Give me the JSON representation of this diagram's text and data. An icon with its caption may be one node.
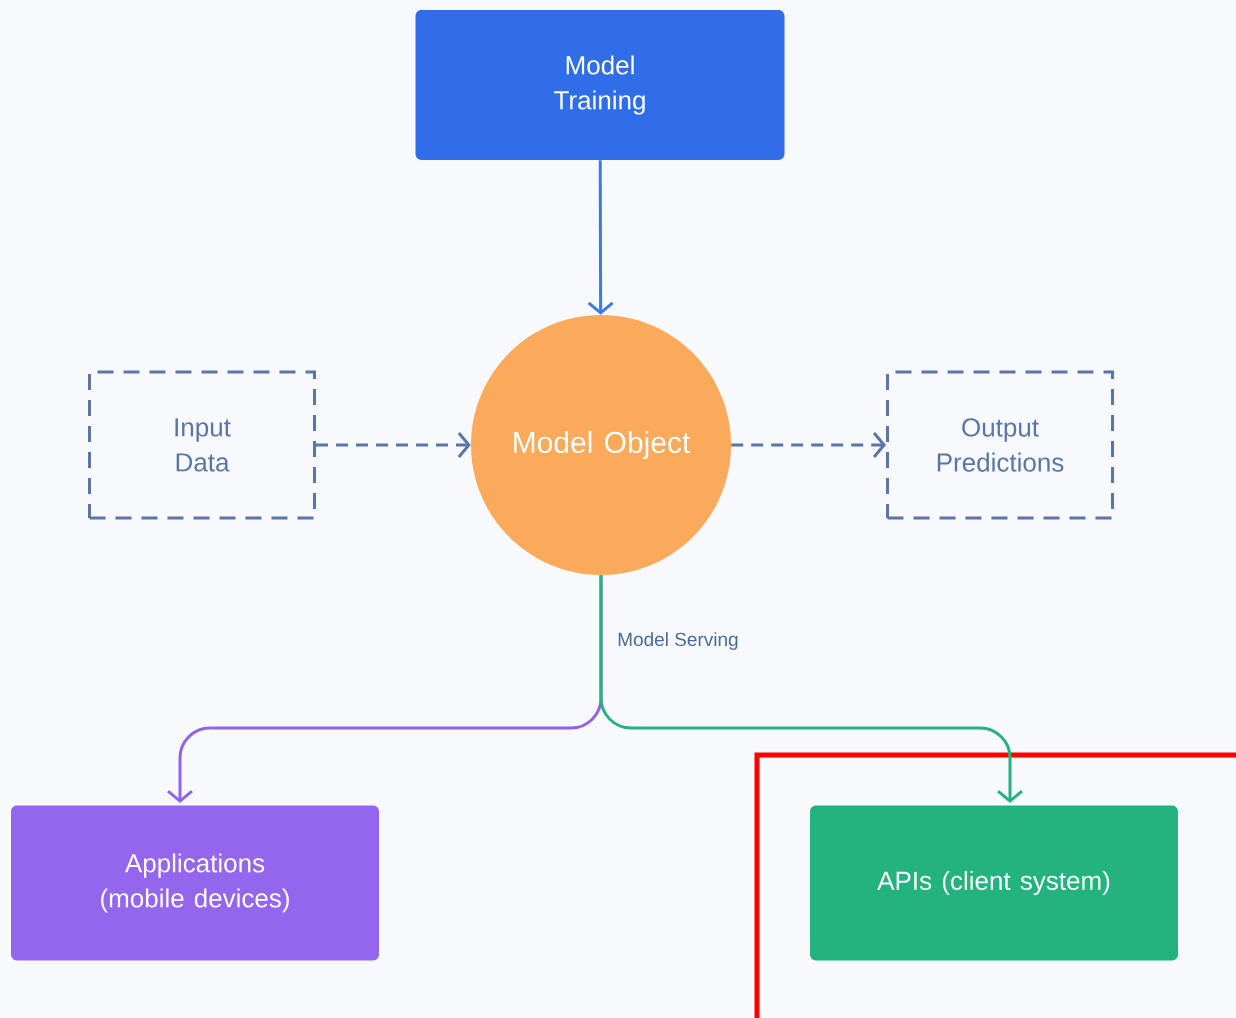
{
  "diagram": {
    "nodes": [
      {
        "text": [
          "Model Training"
        ]
      },
      {
        "text": [
          "Input Data"
        ]
      },
      {
        "text": [
          "Model Object"
        ]
      },
      {
        "text": [
          "Output Predictions"
        ]
      },
      {
        "text": [
          "Applications (mobile devices)"
        ]
      },
      {
        "text": [],
        "shape": "box"
      },
      {
        "text": [
          "APIs (client system)"
        ],
        "in": 5
      }
    ],
    "edges": [
      {
        "from": 0,
        "to": 2,
        "arrow": "to",
        "color": "#3b7be8"
      },
      {
        "from": 1,
        "to": 2,
        "arrow": "to",
        "style": "dashed",
        "color": "#5b76a6"
      },
      {
        "from": 2,
        "to": 3,
        "arrow": "to",
        "style": "dashed",
        "color": "#5b76a6"
      },
      {
        "from": 2,
        "to": 4,
        "arrow": "to",
        "color": "#8f63ec",
        "label": "Model Serving"
      },
      {
        "from": 2,
        "to": 6,
        "arrow": "to",
        "color": "#27b080"
      }
    ]
  }
}
